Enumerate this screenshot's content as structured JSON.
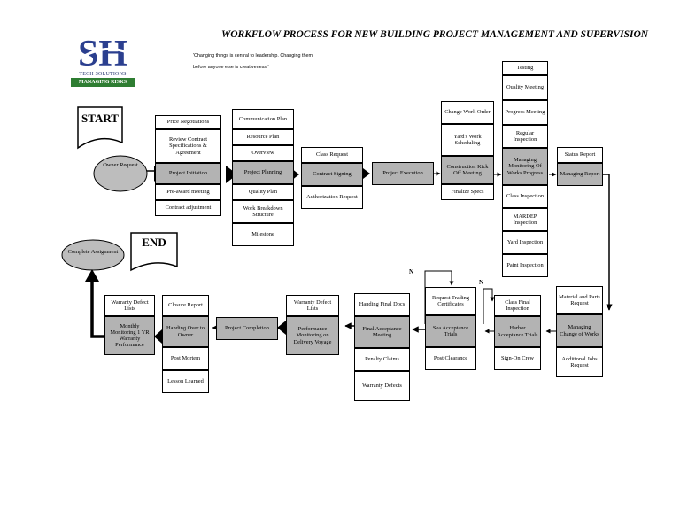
{
  "header": {
    "title": "WORKFLOW PROCESS FOR NEW BUILDING PROJECT MANAGEMENT AND SUPERVISION",
    "quote_line1": "'Changing things is central to leadership. Changing them",
    "quote_line2": "before anyone else is creativeness.'"
  },
  "logo": {
    "letters": "SH",
    "company": "TECH SOLUTIONS",
    "tagline": "MANAGING RISKS",
    "colors": {
      "blue": "#2b3f8f",
      "green": "#2e7d32"
    }
  },
  "terminals": {
    "start": "START",
    "end": "END"
  },
  "ellipses": {
    "owner_request": "Owner Request",
    "complete_assignment": "Complete Assignment"
  },
  "branch_labels": {
    "n1": "N",
    "n2": "N"
  },
  "top_row": {
    "col1": [
      "Price Negotiations",
      "Review Contract Specifications & Agreement",
      "Project Initiation",
      "Pre-award meeting",
      "Contract adjustment"
    ],
    "col2": [
      "Communication Plan",
      "Resource Plan",
      "Overview",
      "Project Planning",
      "Quality Plan",
      "Work Breakdown Structure",
      "Milestone"
    ],
    "col3": [
      "Class Request",
      "Contract Signing",
      "Authorization Request"
    ],
    "col4": [
      "Project Execution"
    ],
    "col5": [
      "Change Work Order",
      "Yard's Work Scheduling",
      "Construction Kick Off Meeting",
      "Finalize Specs"
    ],
    "col6": [
      "Testing",
      "Quality Meeting",
      "Progress Meeting",
      "Regular Inspection",
      "Managing Monitoring Of Works Progress",
      "Class Inspection",
      "MARDEP Inspection",
      "Yard Inspection",
      "Paint Inspection"
    ],
    "col7": [
      "Status Report",
      "Managing Report"
    ]
  },
  "bottom_row": {
    "col1": [
      "Warranty Defect Lists",
      "Monthly Monitoring 1 YR Warranty Performance"
    ],
    "col2": [
      "Closure Report",
      "Handing Over to Owner",
      "Post Mortem",
      "Lesson Learned"
    ],
    "col3": [
      "Project Completion"
    ],
    "col4": [
      "Warranty Defect Lists",
      "Performance Monitoring on Delivery Voyage"
    ],
    "col5": [
      "Handing Final Docs",
      "Final Acceptance Meeting",
      "Penalty Claims",
      "Warranty Defects"
    ],
    "col6": [
      "Request Trading Certificates",
      "Sea Acceptance Trials",
      "Post Clearance"
    ],
    "col7": [
      "Class Final Inspection",
      "Harbor Acceptance Trials",
      "Sign-On Crew"
    ],
    "col8": [
      "Material and Parts Request",
      "Managing Change of Works",
      "Additional Jobs Request"
    ]
  }
}
